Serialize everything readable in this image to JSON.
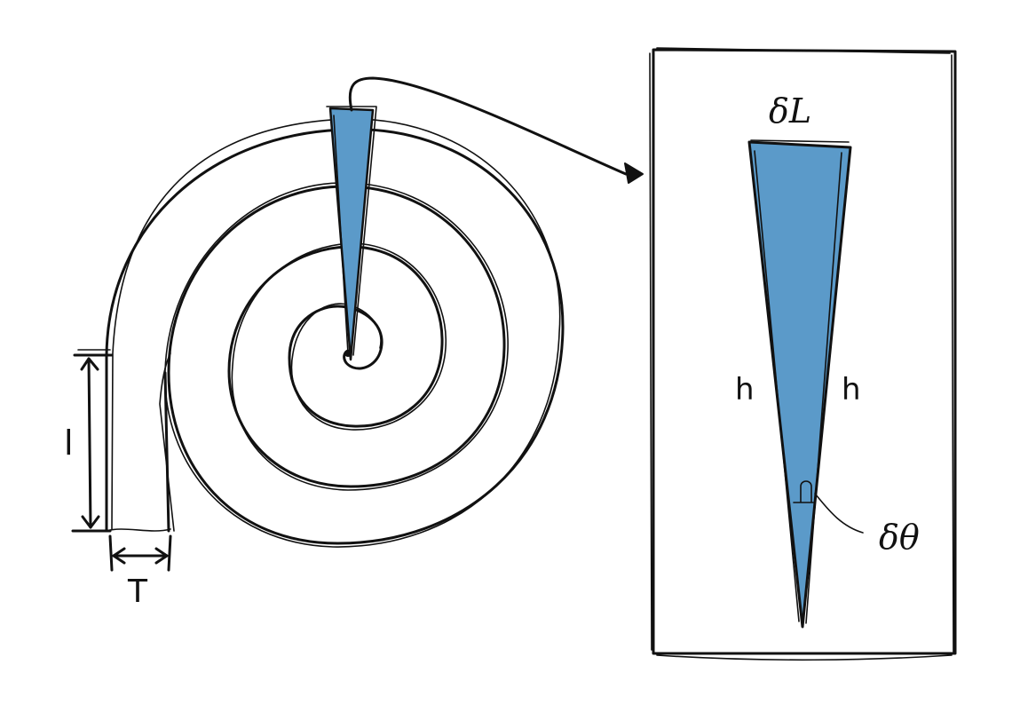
{
  "colors": {
    "wedge_fill": "#5b9ac9",
    "ink": "#111111",
    "background": "#ffffff"
  },
  "labels": {
    "length": "l",
    "thickness": "T",
    "arc_length": "δL",
    "radius_left": "h",
    "radius_right": "h",
    "angle": "δθ"
  }
}
